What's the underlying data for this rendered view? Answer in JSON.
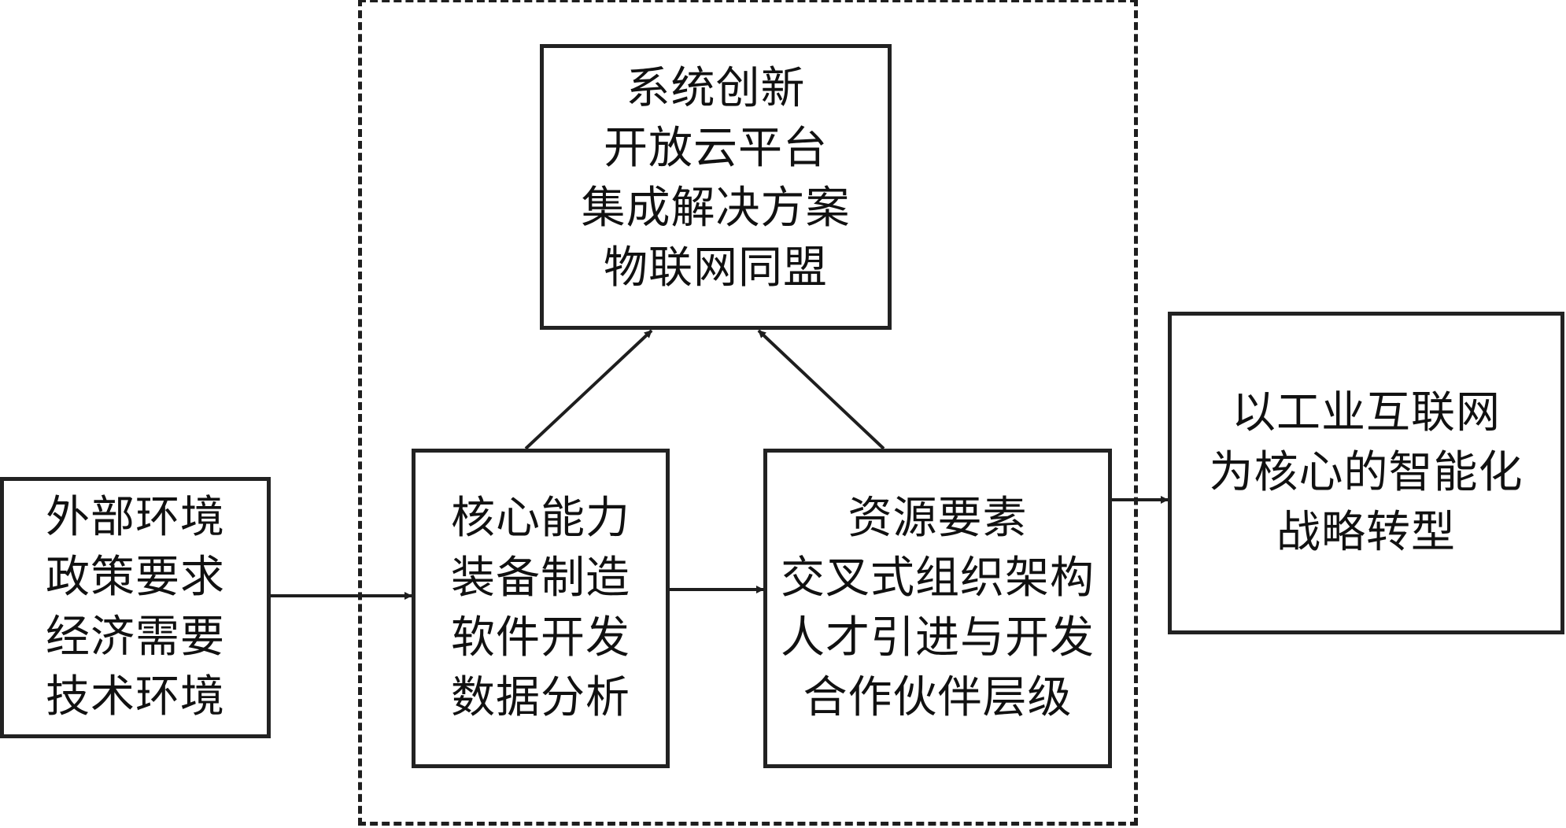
{
  "diagram": {
    "type": "flowchart",
    "boxes": {
      "external_environment": {
        "lines": [
          "外部环境",
          "政策要求",
          "经济需要",
          "技术环境"
        ]
      },
      "system_innovation": {
        "lines": [
          "系统创新",
          "开放云平台",
          "集成解决方案",
          "物联网同盟"
        ]
      },
      "core_capability": {
        "lines": [
          "核心能力",
          "装备制造",
          "软件开发",
          "数据分析"
        ]
      },
      "resource_elements": {
        "lines": [
          "资源要素",
          "交叉式组织架构",
          "人才引进与开发",
          "合作伙伴层级"
        ]
      },
      "strategic_transformation": {
        "lines": [
          "以工业互联网",
          "为核心的智能化",
          "战略转型"
        ]
      }
    },
    "edges": [
      {
        "from": "external_environment",
        "to": "core_capability"
      },
      {
        "from": "core_capability",
        "to": "resource_elements"
      },
      {
        "from": "core_capability",
        "to": "system_innovation"
      },
      {
        "from": "resource_elements",
        "to": "system_innovation"
      },
      {
        "from": "resource_elements",
        "to": "strategic_transformation"
      }
    ],
    "group": {
      "style": "dashed",
      "members": [
        "system_innovation",
        "core_capability",
        "resource_elements"
      ]
    },
    "colors": {
      "stroke": "#222222",
      "text": "#111111",
      "background": "#ffffff"
    }
  }
}
